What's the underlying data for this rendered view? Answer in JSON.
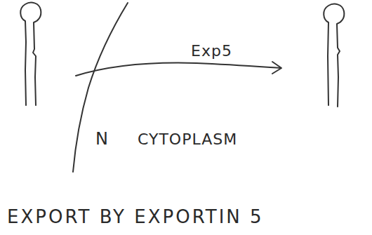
{
  "diagram": {
    "caption": "EXPORT BY EXPORTIN 5",
    "labels": [
      "Exp5",
      "N",
      "CYTOPLASM"
    ]
  }
}
